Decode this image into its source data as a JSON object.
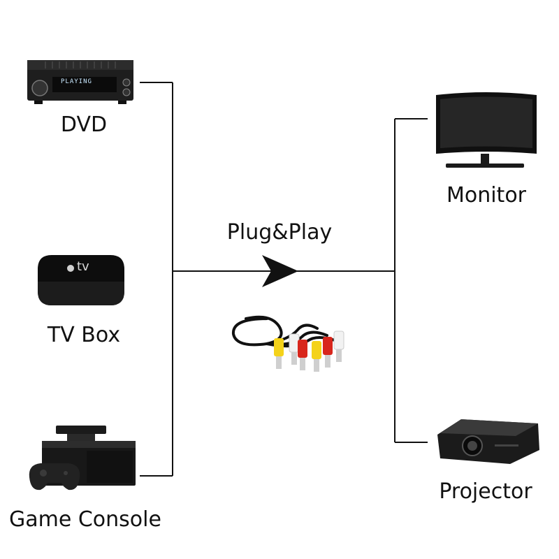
{
  "sources": [
    {
      "label": "DVD",
      "icon": "dvd-player-icon"
    },
    {
      "label": "TV Box",
      "icon": "tv-box-icon"
    },
    {
      "label": "Game Console",
      "icon": "game-console-icon"
    }
  ],
  "cable": {
    "label": "Plug&Play",
    "icon": "rca-cable-icon"
  },
  "outputs": [
    {
      "label": "Monitor",
      "icon": "monitor-icon"
    },
    {
      "label": "Projector",
      "icon": "projector-icon"
    }
  ],
  "dvd_display": {
    "line1": "PLAYING"
  },
  "tvbox_logo": {
    "text": "tv"
  },
  "colors": {
    "connector_line": "#111111",
    "device_body": "#1a1a1a",
    "rca_yellow": "#f4d21a",
    "rca_red": "#d8261c",
    "rca_white": "#f2f2f2"
  }
}
